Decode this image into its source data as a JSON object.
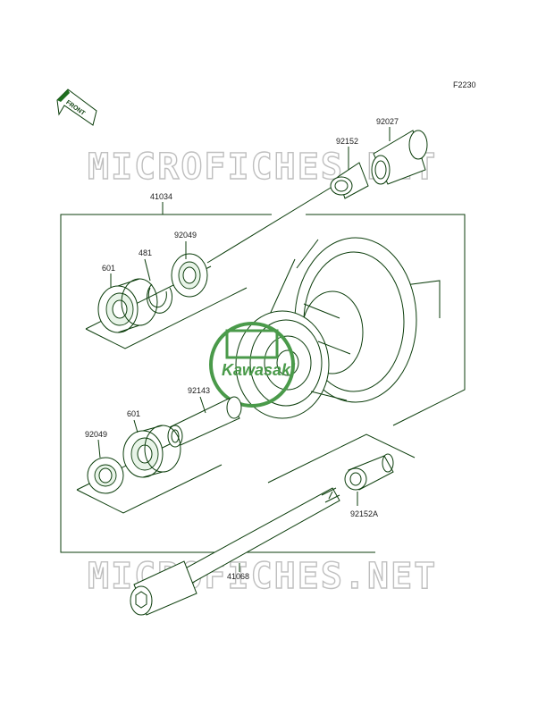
{
  "diagram": {
    "code": "F2230",
    "front_label": "FRONT",
    "watermark_text": "MICROFICHES.NET",
    "brand_text": "Kawasaki",
    "labels": [
      {
        "id": "l-92027",
        "text": "92027"
      },
      {
        "id": "l-92152",
        "text": "92152"
      },
      {
        "id": "l-41034",
        "text": "41034"
      },
      {
        "id": "l-92049a",
        "text": "92049"
      },
      {
        "id": "l-481",
        "text": "481"
      },
      {
        "id": "l-601a",
        "text": "601"
      },
      {
        "id": "l-92143",
        "text": "92143"
      },
      {
        "id": "l-601b",
        "text": "601"
      },
      {
        "id": "l-92049b",
        "text": "92049"
      },
      {
        "id": "l-92152A",
        "text": "92152A"
      },
      {
        "id": "l-41068",
        "text": "41068"
      }
    ]
  },
  "colors": {
    "line": "#0b3d0b",
    "watermark": "#bfbfbf",
    "brand_green": "#4a9a4a"
  }
}
